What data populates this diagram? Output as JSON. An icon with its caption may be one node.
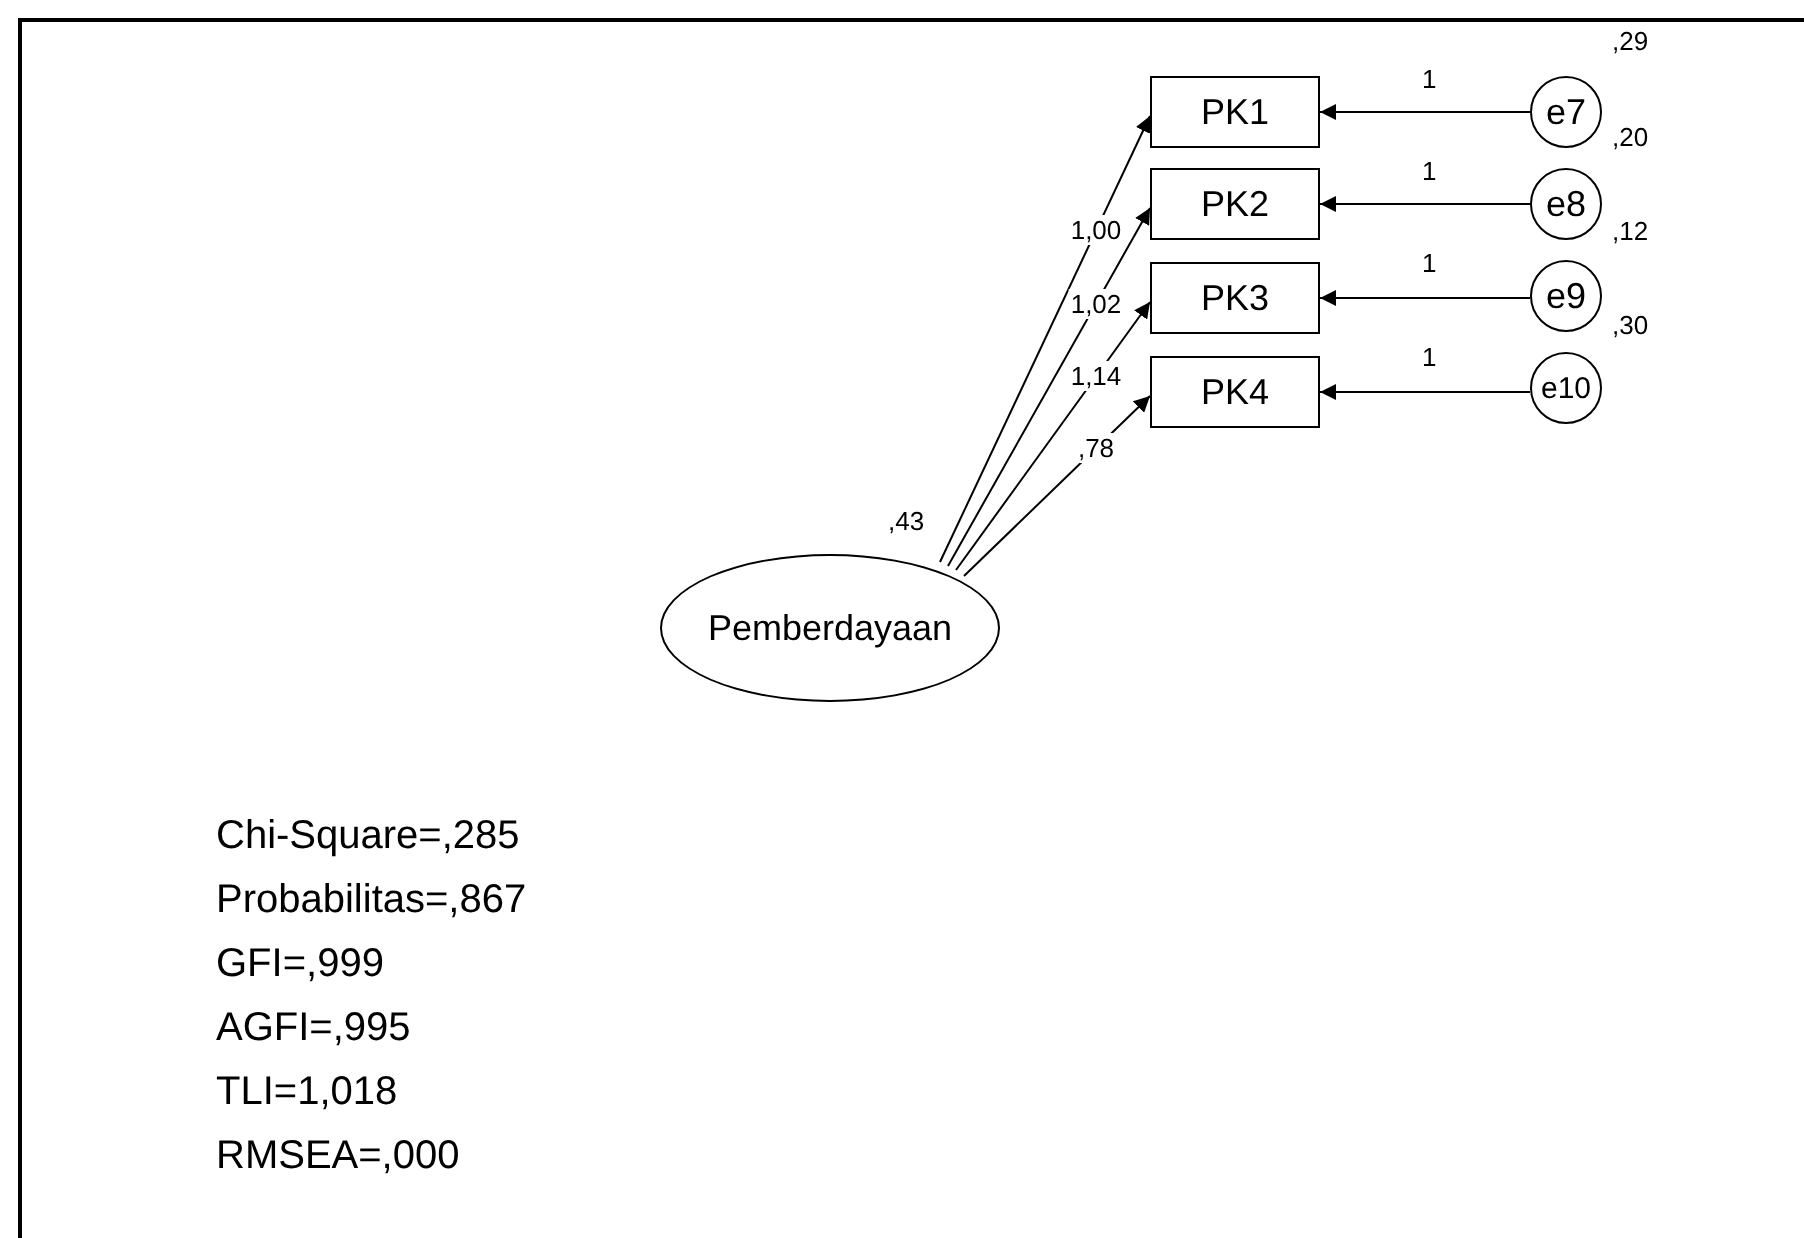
{
  "diagram": {
    "nodes": [
      {
        "text": [
          "Pemberdayaan"
        ],
        "beside": [
          ",43"
        ]
      },
      {
        "text": [
          "PK1"
        ]
      },
      {
        "text": [
          "PK2"
        ]
      },
      {
        "text": [
          "PK3"
        ]
      },
      {
        "text": [
          "PK4"
        ]
      },
      {
        "text": [
          "e7"
        ],
        "beside": [
          ",29"
        ]
      },
      {
        "text": [
          "e8"
        ],
        "beside": [
          ",20"
        ]
      },
      {
        "text": [
          "e9"
        ],
        "beside": [
          ",12"
        ]
      },
      {
        "text": [
          "e10"
        ],
        "beside": [
          ",30"
        ]
      }
    ],
    "edges": [
      {
        "from": 0,
        "to": 1,
        "arrow": "to",
        "label": "1,00"
      },
      {
        "from": 0,
        "to": 2,
        "arrow": "to",
        "label": "1,02"
      },
      {
        "from": 0,
        "to": 3,
        "arrow": "to",
        "label": "1,14"
      },
      {
        "from": 0,
        "to": 4,
        "arrow": "to",
        "label": ",78"
      },
      {
        "from": 5,
        "to": 1,
        "arrow": "to",
        "label": "1"
      },
      {
        "from": 6,
        "to": 2,
        "arrow": "to",
        "label": "1"
      },
      {
        "from": 7,
        "to": 3,
        "arrow": "to",
        "label": "1"
      },
      {
        "from": 8,
        "to": 4,
        "arrow": "to",
        "label": "1"
      }
    ],
    "labels": [
      "Chi-Square=,285",
      "Probabilitas=,867",
      "GFI=,999",
      "AGFI=,995",
      "TLI=1,018",
      "RMSEA=,000"
    ]
  }
}
